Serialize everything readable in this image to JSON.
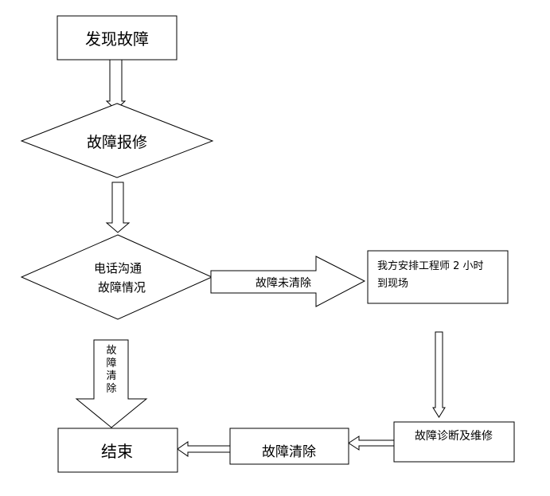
{
  "nodes": {
    "discover_fault": "发现故障",
    "report_fault": "故障报修",
    "phone_line1": "电话沟通",
    "phone_line2": "故障情况",
    "engineer_line1": "我方安排工程师 2 小时",
    "engineer_line2": "到现场",
    "diagnose_repair": "故障诊断及维修",
    "fault_cleared_box": "故障清除",
    "end": "结束"
  },
  "arrows": {
    "not_cleared": "故障未清除",
    "cleared_vertical": [
      "故",
      "障",
      "清",
      "除"
    ]
  }
}
